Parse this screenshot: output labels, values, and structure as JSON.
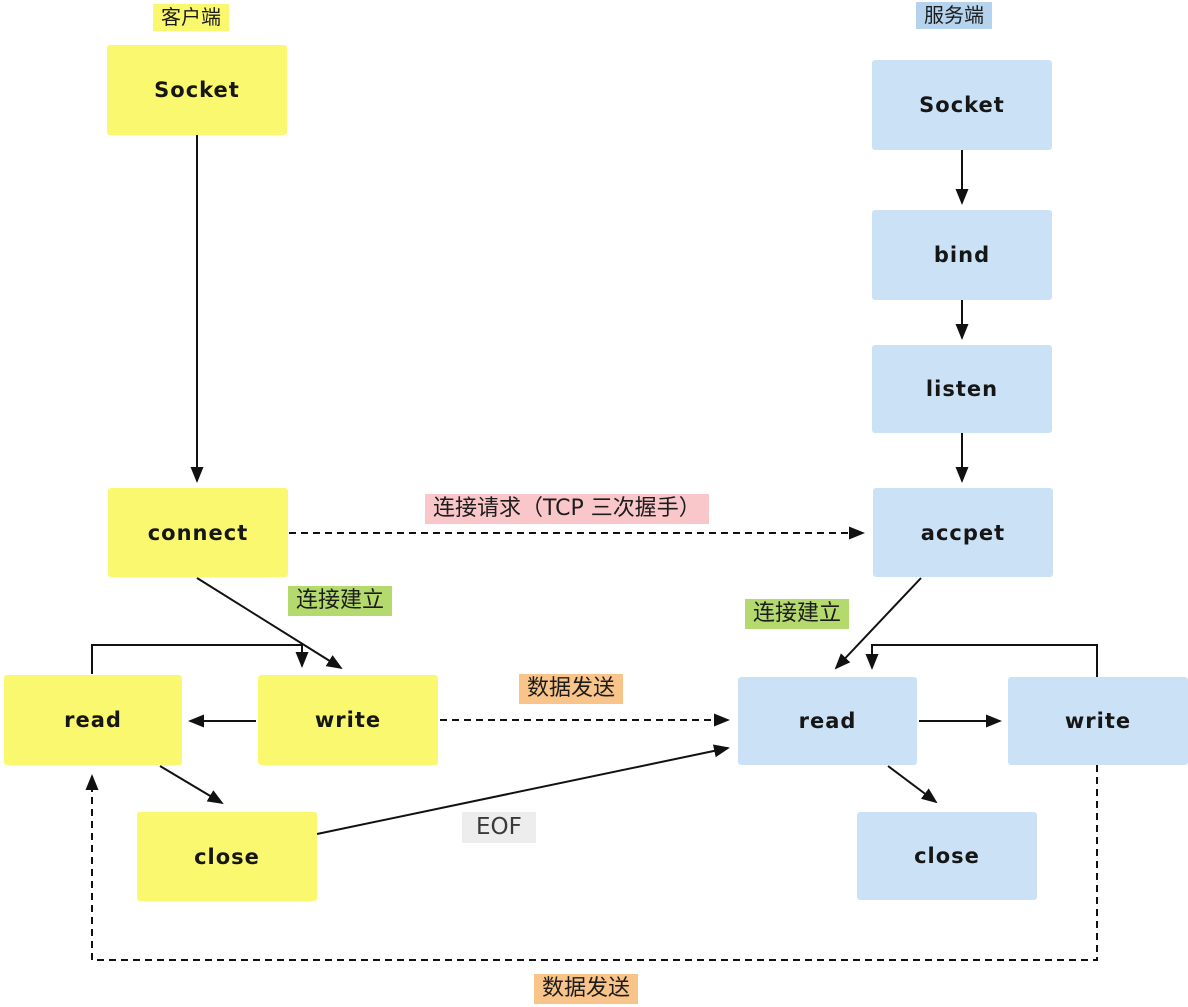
{
  "diagram": {
    "client": {
      "title": "客户端",
      "socket": "Socket",
      "connect": "connect",
      "read": "read",
      "write": "write",
      "close": "close"
    },
    "server": {
      "title": "服务端",
      "socket": "Socket",
      "bind": "bind",
      "listen": "listen",
      "accept": "accpet",
      "read": "read",
      "write": "write",
      "close": "close"
    },
    "annotations": {
      "connection_request": "连接请求（TCP 三次握手）",
      "connection_established_client": "连接建立",
      "connection_established_server": "连接建立",
      "data_send_forward": "数据发送",
      "eof": "EOF",
      "data_send_backward": "数据发送"
    },
    "colors": {
      "client_box": "#f9f86e",
      "server_box": "#cbe2f6",
      "client_title_bg": "#f9f86e",
      "server_title_bg": "#b5d3ec",
      "request_label_bg": "#f9c7ca",
      "established_label_bg": "#b4d96d",
      "data_label_bg": "#f8c489",
      "eof_label_bg": "#ededed",
      "line": "#111111",
      "text": "#161616"
    }
  }
}
